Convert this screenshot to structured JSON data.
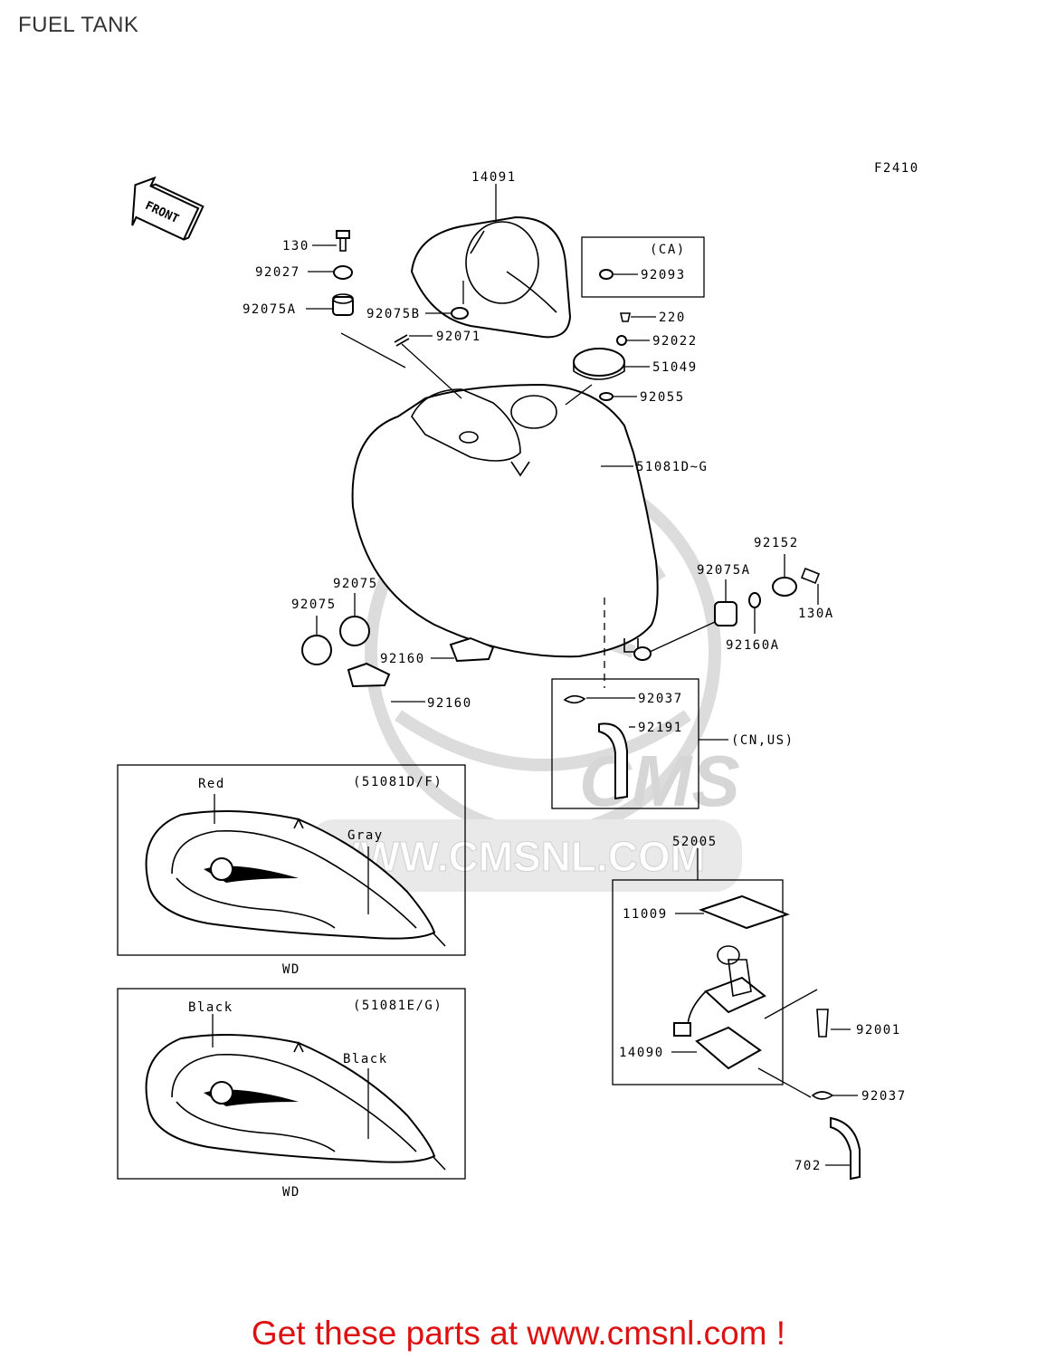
{
  "page_title": "FUEL TANK",
  "figure_code": "F2410",
  "front_label": "FRONT",
  "watermark": {
    "logo": "CMS",
    "url": "WWW.CMSNL.COM"
  },
  "part_labels": {
    "p14091": "14091",
    "p130": "130",
    "p92027": "92027",
    "p92075A_top": "92075A",
    "p92075B": "92075B",
    "p92071": "92071",
    "ca": "(CA)",
    "p92093": "92093",
    "p220": "220",
    "p92022": "92022",
    "p51049": "51049",
    "p92055": "92055",
    "p51081": "51081D~G",
    "p92152": "92152",
    "p92075A_right": "92075A",
    "p130A": "130A",
    "p92160A": "92160A",
    "p92075_a": "92075",
    "p92075_b": "92075",
    "p92160_a": "92160",
    "p92160_b": "92160",
    "p92037_top": "92037",
    "p92191": "92191",
    "cnus": "(CN,US)",
    "p52005": "52005",
    "p11009": "11009",
    "p92001": "92001",
    "p14090": "14090",
    "p92037_bottom": "92037",
    "p702": "702"
  },
  "inset_top": {
    "label": "(51081D/F)",
    "color1": "Red",
    "color2": "Gray",
    "caption": "WD"
  },
  "inset_bottom": {
    "label": "(51081E/G)",
    "color1": "Black",
    "color2": "Black",
    "caption": "WD"
  },
  "footer_text": "Get these parts at www.cmsnl.com !",
  "colors": {
    "footer": "#dd1111",
    "watermark": "#d6d6d6",
    "title": "#333333"
  }
}
